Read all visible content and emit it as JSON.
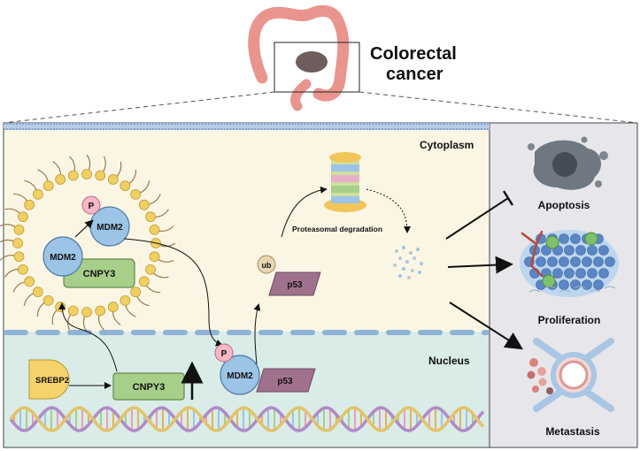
{
  "title_line1": "Colorectal",
  "title_line2": "cancer",
  "compartments": {
    "cytoplasm": "Cytoplasm",
    "nucleus": "Nucleus"
  },
  "proteins": {
    "p": "P",
    "mdm2": "MDM2",
    "cnpy3": "CNPY3",
    "srebp2": "SREBP2",
    "ub": "ub",
    "p53": "p53"
  },
  "process_label": "Proteasomal degradation",
  "outcomes": {
    "apoptosis": "Apoptosis",
    "proliferation": "Proliferation",
    "metastasis": "Metastasis"
  },
  "colors": {
    "cytoplasm_bg": "#fbf6e4",
    "nucleus_bg": "#d9ece7",
    "side_panel_bg": "#e7e6ea",
    "colon": "#e9958e",
    "tumor": "#6e5d5d",
    "mdm2_fill": "#9cc4e6",
    "cnpy3_fill": "#a7cf8a",
    "p53_fill": "#a0718c",
    "p_fill": "#f6b7c6",
    "ub_fill": "#e7d6b3",
    "srebp2_fill": "#f5d36b",
    "lipid_head": "#f0cf63",
    "membrane": "#7fa2cf"
  }
}
